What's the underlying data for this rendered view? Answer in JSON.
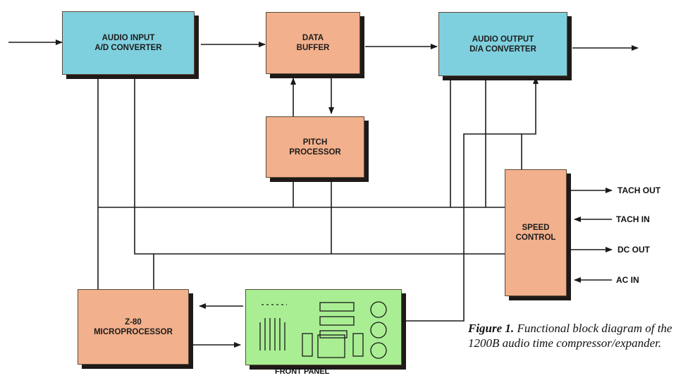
{
  "colors": {
    "blue": "#7fd0de",
    "orange": "#f2b08c",
    "green": "#a9ee93",
    "line": "#1a1a1a"
  },
  "blocks": {
    "audio_input": [
      "AUDIO INPUT",
      "A/D CONVERTER"
    ],
    "data_buffer": [
      "DATA",
      "BUFFER"
    ],
    "audio_output": [
      "AUDIO OUTPUT",
      "D/A CONVERTER"
    ],
    "pitch_processor": [
      "PITCH",
      "PROCESSOR"
    ],
    "speed_control": [
      "SPEED",
      "CONTROL"
    ],
    "microprocessor": [
      "Z-80",
      "MICROPROCESSOR"
    ],
    "front_panel": "FRONT PANEL"
  },
  "signals": {
    "tach_out": "TACH OUT",
    "tach_in": "TACH IN",
    "dc_out": "DC OUT",
    "ac_in": "AC IN"
  },
  "caption": {
    "lead": "Figure 1.",
    "text": "Functional block diagram of the 1200B audio time compressor/expander."
  }
}
